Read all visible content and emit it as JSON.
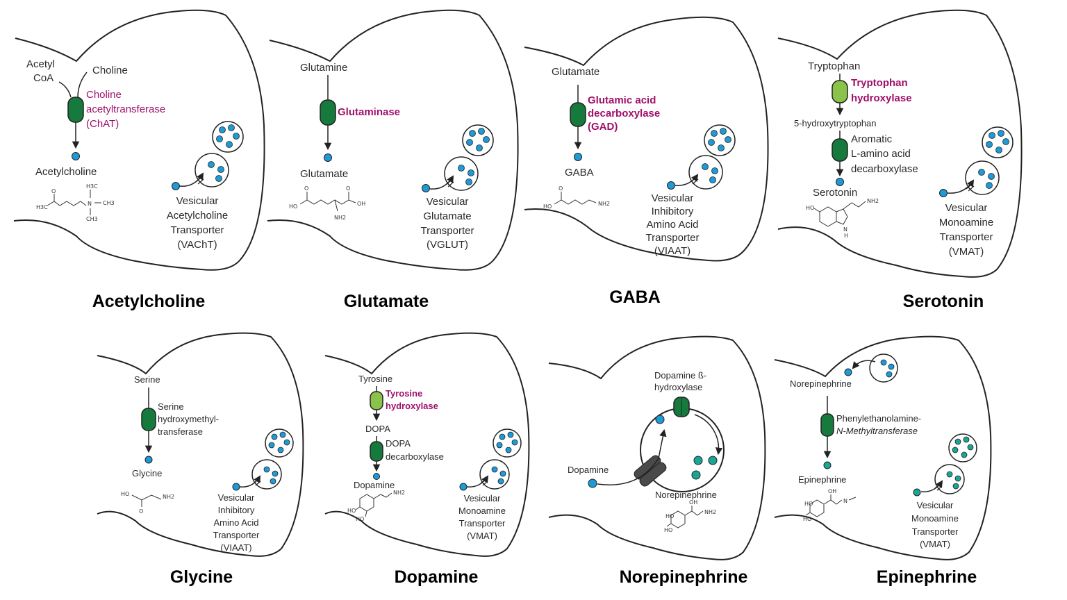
{
  "palette": {
    "enzyme_dark": "#157a3c",
    "enzyme_light": "#8bc34a",
    "molecule_blue": "#1e9ad6",
    "molecule_teal": "#1aa597",
    "enzyme_text": "#a0106a",
    "outline": "#222222"
  },
  "panels": [
    {
      "title": "Acetylcholine",
      "precursor_1": "Acetyl",
      "precursor_1b": "CoA",
      "precursor_2": "Choline",
      "enzyme_1": "Choline",
      "enzyme_2": "acetyltransferase",
      "enzyme_3": "(ChAT)",
      "product": "Acetylcholine",
      "transporter": [
        "Vesicular",
        "Acetylcholine",
        "Transporter",
        "(VAChT)"
      ],
      "chem": [
        "H3C",
        "O",
        "N",
        "CH3",
        "H3C",
        "CH3"
      ]
    },
    {
      "title": "Glutamate",
      "precursor": "Glutamine",
      "enzyme": "Glutaminase",
      "product": "Glutamate",
      "transporter": [
        "Vesicular",
        "Glutamate",
        "Transporter",
        "(VGLUT)"
      ],
      "chem": [
        "O",
        "O",
        "HO",
        "OH",
        "NH2"
      ]
    },
    {
      "title": "GABA",
      "precursor": "Glutamate",
      "enzyme": [
        "Glutamic acid",
        "decarboxylase",
        "(GAD)"
      ],
      "product": "GABA",
      "transporter": [
        "Vesicular",
        "Inhibitory",
        "Amino Acid",
        "Transporter",
        "(VIAAT)"
      ],
      "chem": [
        "O",
        "HO",
        "NH2"
      ]
    },
    {
      "title": "Serotonin",
      "precursor": "Tryptophan",
      "enzyme_1": [
        "Tryptophan",
        "hydroxylase"
      ],
      "intermediate": "5-hydroxytryptophan",
      "enzyme_2": [
        "Aromatic",
        "L-amino acid",
        "decarboxylase"
      ],
      "product": "Serotonin",
      "transporter": [
        "Vesicular",
        "Monoamine",
        "Transporter",
        "(VMAT)"
      ],
      "chem": [
        "HO",
        "NH2",
        "N",
        "H"
      ]
    },
    {
      "title": "Glycine",
      "precursor": "Serine",
      "enzyme": [
        "Serine",
        "hydroxymethyl-",
        "transferase"
      ],
      "product": "Glycine",
      "transporter": [
        "Vesicular",
        "Inhibitory",
        "Amino Acid",
        "Transporter",
        "(VIAAT)"
      ],
      "chem": [
        "HO",
        "NH2",
        "O"
      ]
    },
    {
      "title": "Dopamine",
      "precursor": "Tyrosine",
      "enzyme_1": [
        "Tyrosine",
        "hydroxylase"
      ],
      "intermediate": "DOPA",
      "enzyme_2": [
        "DOPA",
        "decarboxylase"
      ],
      "product": "Dopamine",
      "transporter": [
        "Vesicular",
        "Monoamine",
        "Transporter",
        "(VMAT)"
      ],
      "chem": [
        "HO",
        "HO",
        "NH2"
      ]
    },
    {
      "title": "Norepinephrine",
      "enzyme": [
        "Dopamine ß-",
        "hydroxylase"
      ],
      "precursor": "Dopamine",
      "product": "Norepinephrine",
      "chem": [
        "HO",
        "HO",
        "OH",
        "NH2"
      ]
    },
    {
      "title": "Epinephrine",
      "precursor": "Norepinephrine",
      "enzyme": [
        "Phenylethanolamine-",
        "N-Methyltransferase"
      ],
      "product": "Epinephrine",
      "transporter": [
        "Vesicular",
        "Monoamine",
        "Transporter",
        "(VMAT)"
      ],
      "chem": [
        "HO",
        "HO",
        "OH",
        "N"
      ]
    }
  ]
}
